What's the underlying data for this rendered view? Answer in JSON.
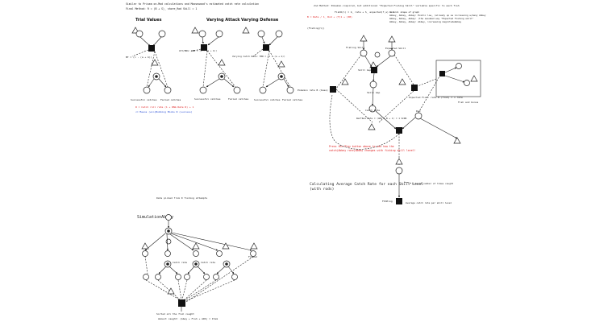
{
  "header": {
    "line1": "Similar to Prisma on-Mod calculations and Moosewood's estimated catch rate calculation",
    "line2": "Final Method:  R = (B + S)_ shore_Rod Skill = 1"
  },
  "panels": {
    "trial": "Trial Values",
    "varying_attack": "Varying Attack",
    "varying_defense": "Varying Defense"
  },
  "left_labels": {
    "bt": "BT = (c - (a + b))",
    "suc_left": "Successful catches",
    "fail_left": "Failed catches",
    "attack_mid": "Att/RNG: TBR = (1 - (a + b))",
    "suc_mid": "Successful catches",
    "fail_mid": "Failed catches",
    "def_label": "Varying Catch Rate: TBR = (1 - (a + b))",
    "suc_right": "Successful catches",
    "fail_right": "Failed catches"
  },
  "notes": {
    "red1": "R = Catch roll rate (1 + RNG Rate R) + 1",
    "blue1": "<= Means (win)Bobbing Blobs R (success)"
  },
  "right_header": {
    "line1": "2nd Method: Pokemon-inspired, but additional \"Expected Fishing Skill\" variable specific to each fish",
    "formula": "FishR(l) = b_ rate + S_ expected(f,s) = 1",
    "red_formula": "B = Rate / 1_ Rod + (f)1 + (00)",
    "sub": "(Fishing(l))"
  },
  "right_notes": {
    "g1": "General shape of graph",
    "g2": "Abbey, Abbey, Abbey: Exotic low, (already up as increasing w/many Abbey",
    "g3": "Abbey, Abbey, Abbey: (the assumed way \"Expected Fishing skill\"",
    "g4": "Abbey, Abbey, Abbey: Abbey, increasing magnitudeAbbey"
  },
  "network": {
    "fishing_skill": "Fishing Skill",
    "expected_skill": "Expected Skill",
    "skill_gap": "Skill Gap",
    "catch_rate": "Catch Rate",
    "pokemon_rate": "Pokemon rate B (base) = 1",
    "rod_factor": "Rod*Rod Rate = (ARS + B + 1) = 1 SCRR",
    "expected_fish": "Expected Fish: rate B (fish) = 1 rate",
    "catch_box": "Catch Ratio: rate = Catch Rate B = 1_t",
    "rod": "Rod",
    "fish_and_bonus": "Fish and bonus",
    "count_label": "Count number of times caught",
    "avg_rate": "Average catch rate per skill level",
    "fishing_label": "FISHing"
  },
  "red_note": {
    "l1": "Press the Play button above to see how the",
    "l2": "catch(Abbey rate)Abbey changes with fishing skill level!"
  },
  "calc_title": {
    "l1": "Calculating Average Catch Rate for each Skill Level",
    "l2": "(with rods)"
  },
  "sim": {
    "top_note": "Data picked from 0 fishing attempts",
    "title": "SimulationAbbey",
    "catch_rate_a": "Catch rate",
    "catch_rate_b": "Catch rate",
    "failed": "Failed",
    "bottom1": "Sorted all the fish caught",
    "bottom2": "Amount caught: (Abey + Fish + ARS) = Item"
  }
}
